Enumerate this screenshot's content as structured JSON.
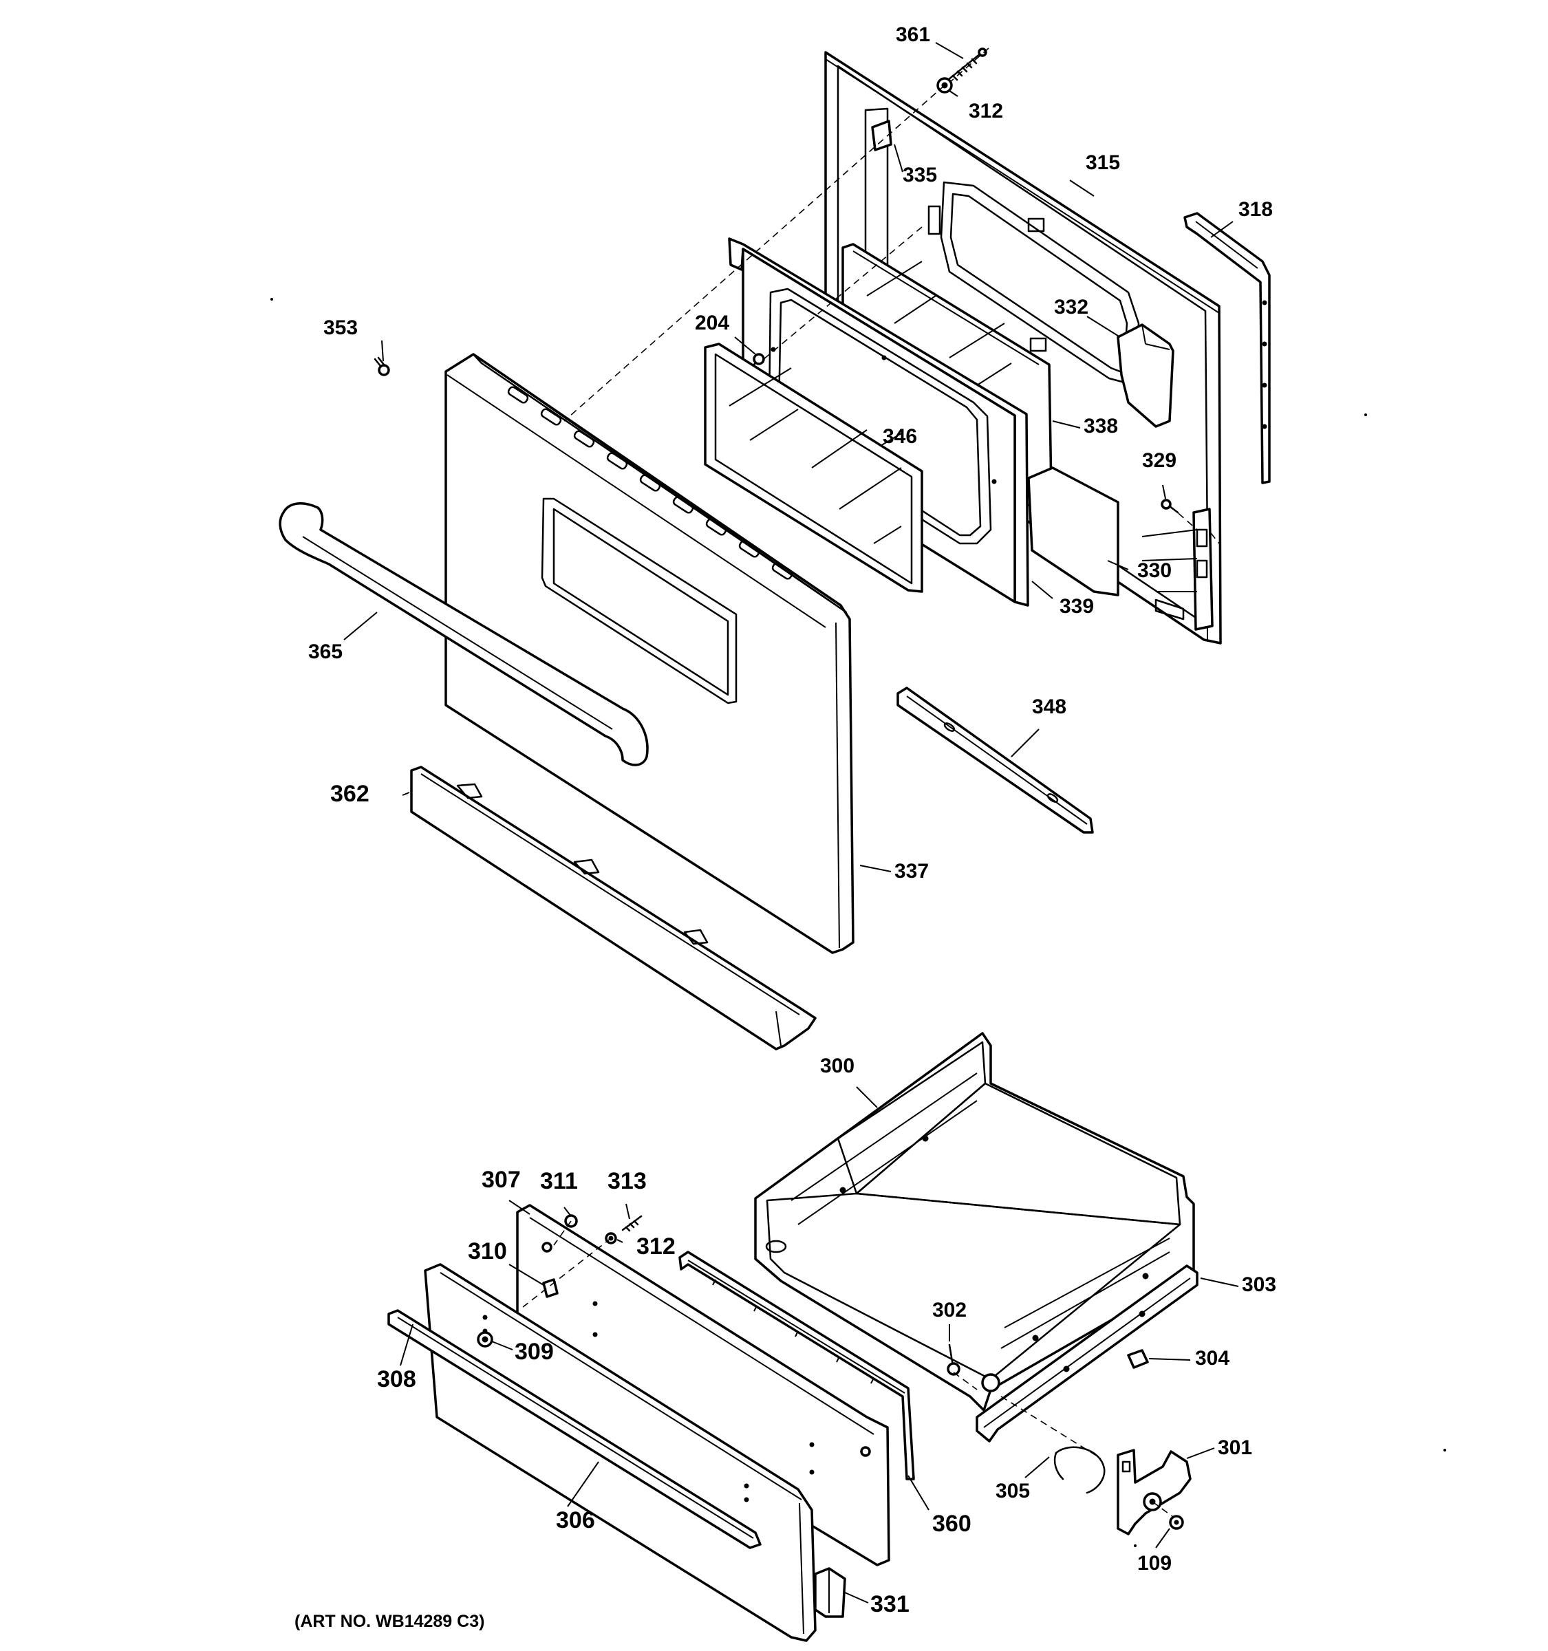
{
  "art_number": "(ART NO. WB14289 C3)",
  "labels": {
    "p361": "361",
    "p312_top": "312",
    "p315": "315",
    "p335": "335",
    "p318": "318",
    "p332": "332",
    "p353": "353",
    "p204": "204",
    "p346": "346",
    "p338": "338",
    "p329": "329",
    "p330": "330",
    "p339": "339",
    "p365": "365",
    "p348": "348",
    "p362": "362",
    "p337": "337",
    "p300": "300",
    "p307": "307",
    "p311": "311",
    "p313": "313",
    "p312_bottom": "312",
    "p310": "310",
    "p303": "303",
    "p302": "302",
    "p309": "309",
    "p308": "308",
    "p304": "304",
    "p301": "301",
    "p305": "305",
    "p306": "306",
    "p360": "360",
    "p109": "109",
    "p331": "331"
  }
}
